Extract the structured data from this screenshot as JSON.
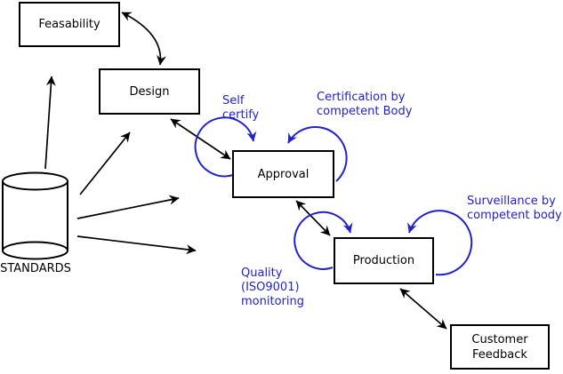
{
  "diagram": {
    "nodes": {
      "feasibility": {
        "label": "Feasability",
        "shape": "rect"
      },
      "design": {
        "label": "Design",
        "shape": "rect"
      },
      "approval": {
        "label": "Approval",
        "shape": "rect"
      },
      "production": {
        "label": "Production",
        "shape": "rect"
      },
      "customer_feedback": {
        "label": "Customer\nFeedback",
        "shape": "rect"
      },
      "standards": {
        "label": "STANDARDS",
        "shape": "cylinder"
      }
    },
    "annotations": {
      "self_certify": {
        "label": "Self\ncertify",
        "attached_to": "approval"
      },
      "certification": {
        "label": "Certification by\ncompetent Body",
        "attached_to": "approval"
      },
      "quality": {
        "label": "Quality\n(ISO9001)\nmonitoring",
        "attached_to": "production"
      },
      "surveillance": {
        "label": "Surveillance by\ncompetent body",
        "attached_to": "production"
      }
    },
    "edges": [
      {
        "from": "feasibility",
        "to": "design",
        "bidirectional": true
      },
      {
        "from": "design",
        "to": "approval",
        "bidirectional": true
      },
      {
        "from": "approval",
        "to": "production",
        "bidirectional": true
      },
      {
        "from": "production",
        "to": "customer_feedback",
        "bidirectional": true
      },
      {
        "from": "standards",
        "to": "feasibility",
        "bidirectional": false
      },
      {
        "from": "standards",
        "to": "design",
        "bidirectional": false
      },
      {
        "from": "standards",
        "to": "approval",
        "bidirectional": false
      },
      {
        "from": "standards",
        "to": "production",
        "bidirectional": false
      }
    ],
    "loops": [
      {
        "on": "approval",
        "side": "left",
        "label": "Self certify"
      },
      {
        "on": "approval",
        "side": "right",
        "label": "Certification by competent Body"
      },
      {
        "on": "production",
        "side": "left",
        "label": "Quality (ISO9001) monitoring"
      },
      {
        "on": "production",
        "side": "right",
        "label": "Surveillance by competent body"
      }
    ],
    "colors": {
      "line": "#000000",
      "annotation": "#2222cc",
      "box_fill": "#ffffff"
    }
  }
}
